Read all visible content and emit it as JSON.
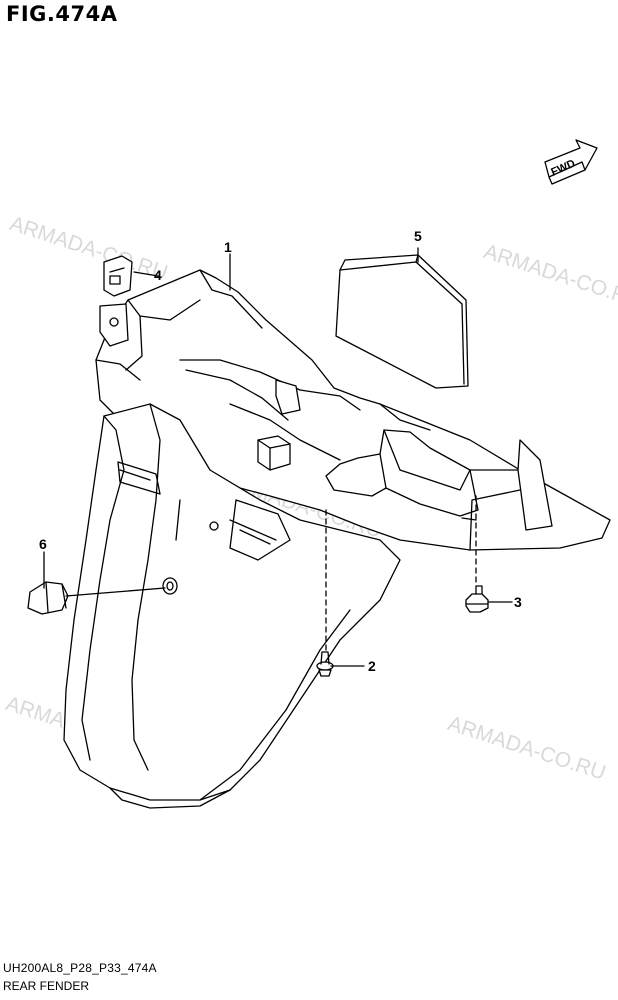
{
  "figure": {
    "title": "FIG.474A",
    "code": "UH200AL8_P28_P33_474A",
    "name": "REAR FENDER"
  },
  "direction_badge": {
    "label": "FWD"
  },
  "watermark": "ARMADA-CO.RU",
  "callouts": [
    {
      "number": "1"
    },
    {
      "number": "2"
    },
    {
      "number": "3"
    },
    {
      "number": "4"
    },
    {
      "number": "5"
    },
    {
      "number": "6"
    }
  ]
}
